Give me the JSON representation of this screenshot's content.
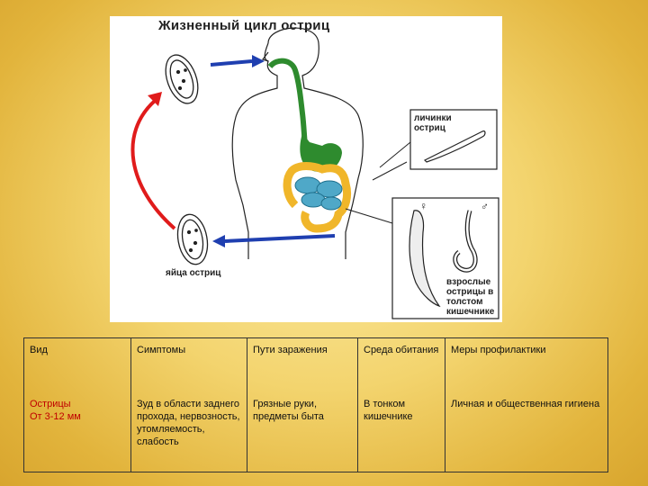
{
  "diagram": {
    "title": "Жизненный цикл остриц",
    "larvae_label_line1": "личинки",
    "larvae_label_line2": "остриц",
    "eggs_label": "яйца остриц",
    "adults_label_line1": "взрослые",
    "adults_label_line2": "острицы в",
    "adults_label_line3": "толстом",
    "adults_label_line4": "кишечнике",
    "female_symbol": "♀",
    "male_symbol": "♂",
    "colors": {
      "digestive_tract": "#2e8b2e",
      "large_intestine": "#f0b62a",
      "small_intestine": "#4fa8c8",
      "arrow_blue": "#1f3fb0",
      "arrow_red": "#e01b1b"
    }
  },
  "table": {
    "headers": [
      "Вид",
      "Симптомы",
      "Пути заражения",
      "Среда обитания",
      "Меры профилактики"
    ],
    "row": {
      "species_name": "Острицы",
      "species_size": "От 3-12 мм",
      "symptoms": "Зуд в области заднего прохода, нервозность, утомляемость, слабость",
      "infection": "Грязные руки, предметы быта",
      "habitat": "В тонком кишечнике",
      "prevention": "Личная и общественная гигиена"
    }
  }
}
